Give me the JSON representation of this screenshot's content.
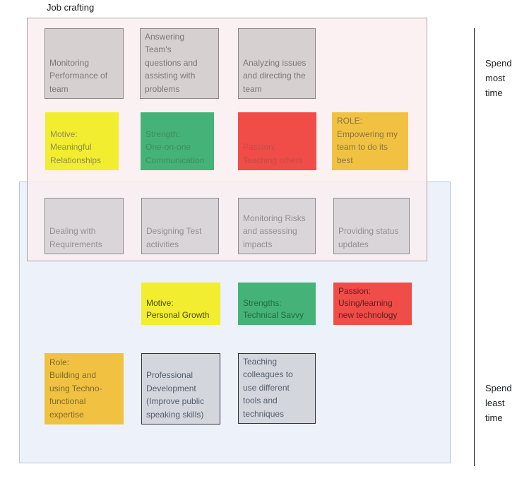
{
  "title": "Job crafting",
  "zones": {
    "most": {
      "label": "Spend most time",
      "bg": "rgba(250,238,240,0.82)",
      "border": "#aaa1a2"
    },
    "least": {
      "label": "Spend least time",
      "bg": "#edf2fa",
      "border": "#b9c4da"
    }
  },
  "rows": {
    "top_tasks": [
      {
        "text": "Monitoring\nPerformance of\nteam",
        "bg": "#d7d0d1",
        "border": "#8e8788",
        "text_color": "#7e767a"
      },
      {
        "text": "Answering\nTeam's\nquestions and\nassisting with\nproblems",
        "bg": "#d7d0d1",
        "border": "#8e8788",
        "text_color": "#7e767a"
      },
      {
        "text": "Analyzing issues\nand directing the\nteam",
        "bg": "#d7d0d1",
        "border": "#8e8788",
        "text_color": "#7e767a"
      }
    ],
    "top_attributes": [
      {
        "text": "Motive:\nMeaningful\nRelationships",
        "bg": "#f2ee2f",
        "border": "#f2ee2f",
        "text_color": "#8e8b51"
      },
      {
        "text": "Strength:\nOne-on-one\nCommunication",
        "bg": "#45b377",
        "border": "#45b377",
        "text_color": "#3f8a61"
      },
      {
        "text": "Passion:\nTeaching others",
        "bg": "#f04c48",
        "border": "#f04c48",
        "text_color": "#bb4f4a"
      },
      {
        "text": "ROLE:\nEmpowering my\nteam to do its\nbest",
        "bg": "#f1c242",
        "border": "#f1c242",
        "text_color": "#8b7443"
      }
    ],
    "middle_tasks": [
      {
        "text": "Dealing with\nRequirements",
        "bg": "#d9d5d8",
        "border": "#8f8a93",
        "text_color": "#948e94"
      },
      {
        "text": "Designing Test\nactivities",
        "bg": "#d9d5d8",
        "border": "#8f8a93",
        "text_color": "#948e94"
      },
      {
        "text": "Monitoring Risks\nand assessing\nimpacts",
        "bg": "#d9d5d8",
        "border": "#8f8a93",
        "text_color": "#948e94"
      },
      {
        "text": "Providing status\nupdates",
        "bg": "#d9d5d8",
        "border": "#8f8a93",
        "text_color": "#948e94"
      }
    ],
    "bottom_attributes": [
      {
        "text": "Motive:\nPersonal Growth",
        "bg": "#f2ee2f",
        "border": "#f2ee2f",
        "text_color": "#4c4a18"
      },
      {
        "text": "Strengths:\nTechnical Savvy",
        "bg": "#45b377",
        "border": "#45b377",
        "text_color": "#1e6e42"
      },
      {
        "text": "Passion:\nUsing/learning\nnew technology",
        "bg": "#f04c48",
        "border": "#f04c48",
        "text_color": "#5e2320"
      }
    ],
    "bottom_tasks": [
      {
        "text": "Role:\nBuilding and\nusing Techno-\nfunctional\nexpertise",
        "bg": "#f1c242",
        "border": "#f1c242",
        "text_color": "#7e6c27"
      },
      {
        "text": "Professional\nDevelopment\n(Improve public\nspeaking skills)",
        "bg": "#d3d6dd",
        "border": "#2d3442",
        "text_color": "#565e6c"
      },
      {
        "text": "Teaching\ncolleagues to\nuse different\ntools and\ntechniques",
        "bg": "#d3d6dd",
        "border": "#2d3442",
        "text_color": "#565e6c"
      }
    ]
  }
}
